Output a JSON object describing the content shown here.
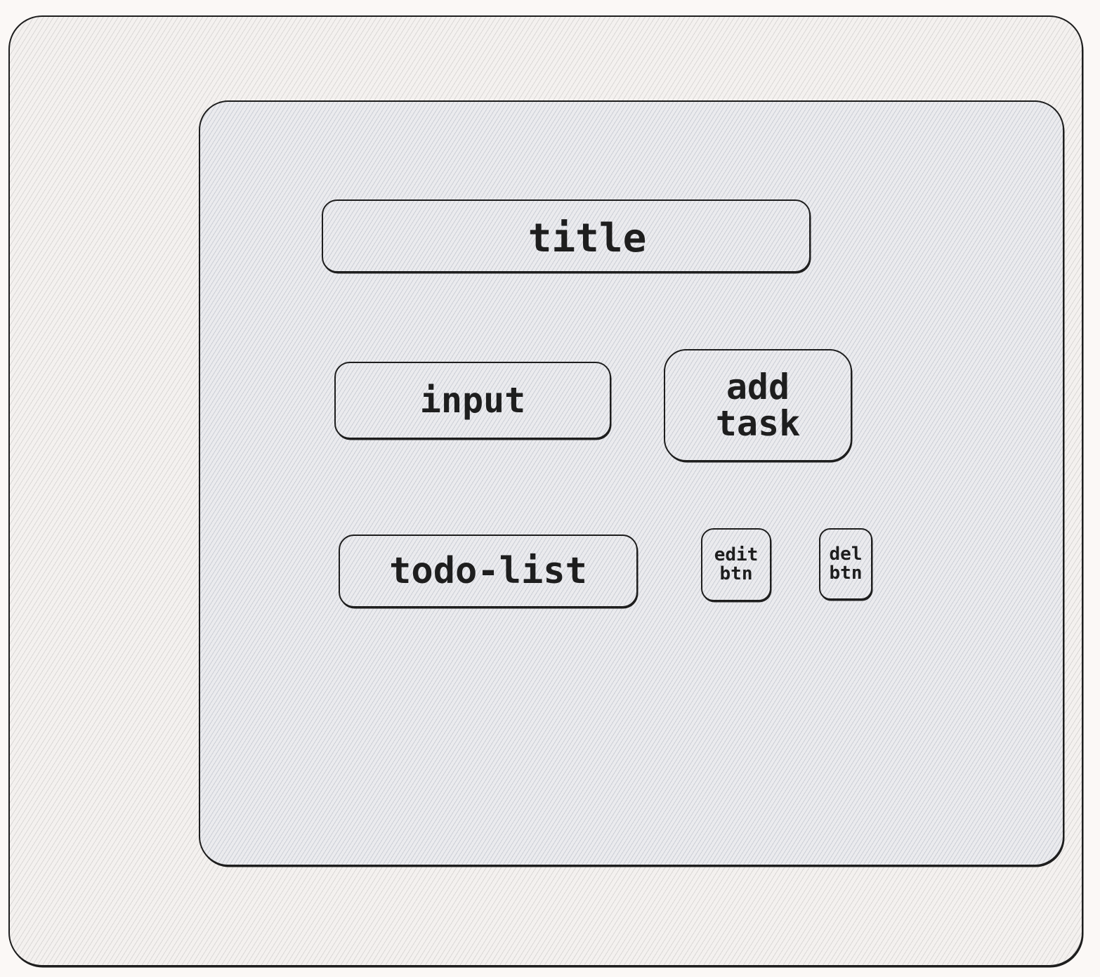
{
  "diagram": {
    "title_label": "title",
    "input_label": "input",
    "add_task_label": "add\ntask",
    "todo_list_label": "todo-list",
    "edit_btn_label": "edit\nbtn",
    "del_btn_label": "del\nbtn"
  },
  "colors": {
    "stroke": "#1e1e1e",
    "background": "#fbf8f6",
    "hatch_outer": "#969696",
    "hatch_inner": "#828ca0"
  }
}
